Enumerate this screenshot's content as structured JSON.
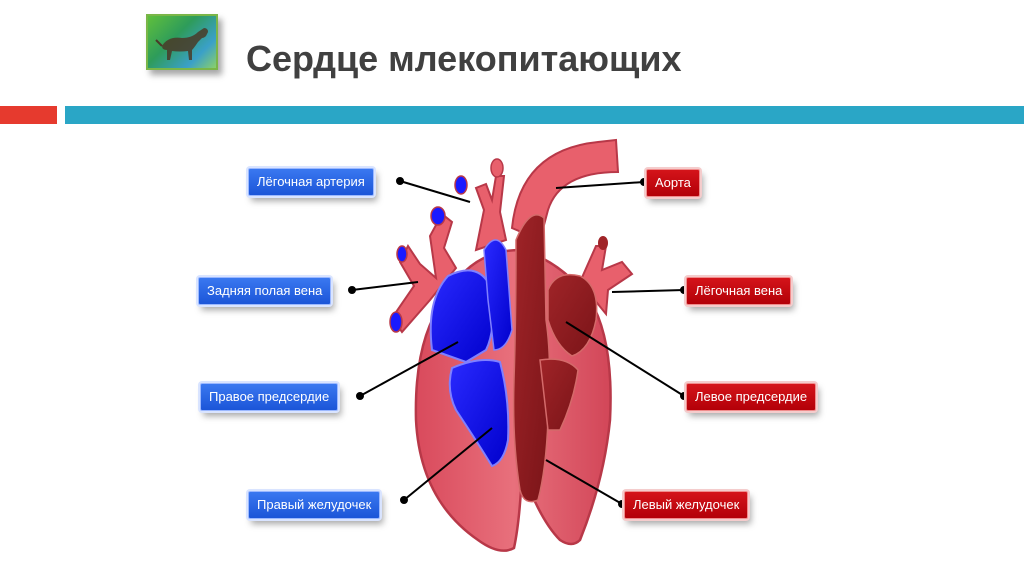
{
  "slide": {
    "title": "Сердце млекопитающих"
  },
  "colors": {
    "accent_red": "#e63a2e",
    "accent_blue": "#2aa6c6",
    "venous_blue": "#1010ee",
    "arterial_red": "#8e1c1c",
    "heart_wall": "#e05a68",
    "label_blue": "#2563e8",
    "label_red": "#c0090f"
  },
  "labels": {
    "pulmonary_artery": "Лёгочная артерия",
    "posterior_vena_cava": "Задняя полая вена",
    "right_atrium": "Правое предсердие",
    "right_ventricle": "Правый желудочек",
    "aorta": "Аорта",
    "pulmonary_vein": "Лёгочная вена",
    "left_atrium": "Левое предсердие",
    "left_ventricle": "Левый желудочек"
  },
  "icons": {
    "thumbnail": "dog-image"
  }
}
